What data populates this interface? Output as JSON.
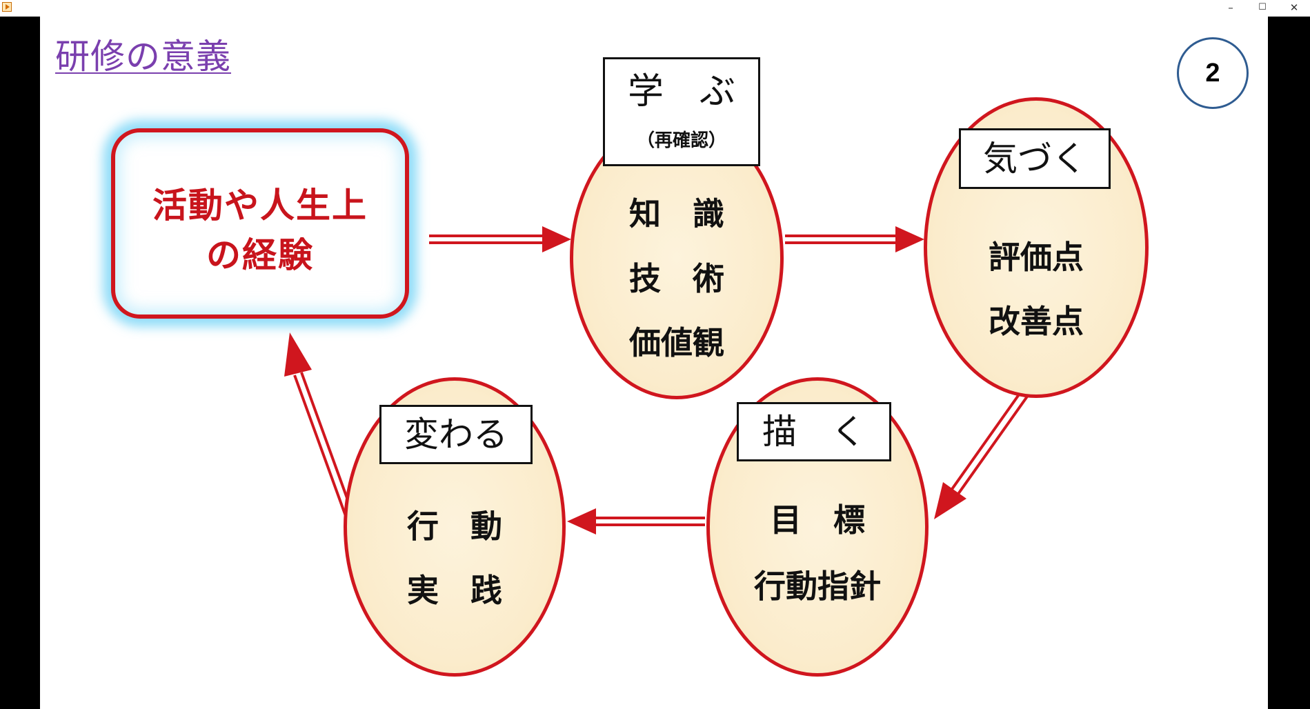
{
  "window": {
    "minimize_glyph": "–",
    "maximize_glyph": "☐",
    "close_glyph": "✕"
  },
  "slide": {
    "title": "研修の意義",
    "page_number": "2",
    "experience_line1": "活動や人生上",
    "experience_line2": "の経験",
    "learn": {
      "label": "学　ぶ",
      "sub": "（再確認）",
      "lines": [
        "知　識",
        "技　術",
        "価値観"
      ]
    },
    "notice": {
      "label": "気づく",
      "lines": [
        "評価点",
        "改善点"
      ]
    },
    "draw": {
      "label": "描　く",
      "lines": [
        "目　標",
        "行動指針"
      ]
    },
    "change": {
      "label": "変わる",
      "lines": [
        "行　動",
        "実　践"
      ]
    }
  },
  "colors": {
    "accent_red": "#d0161e",
    "title_purple": "#7a3fae",
    "page_circle_blue": "#2f5c91",
    "glow_cyan": "#6ed2f5",
    "ellipse_fill": "#fbeccc"
  },
  "icons": {
    "app": "media-player-icon",
    "arrow": "double-line-arrow"
  }
}
